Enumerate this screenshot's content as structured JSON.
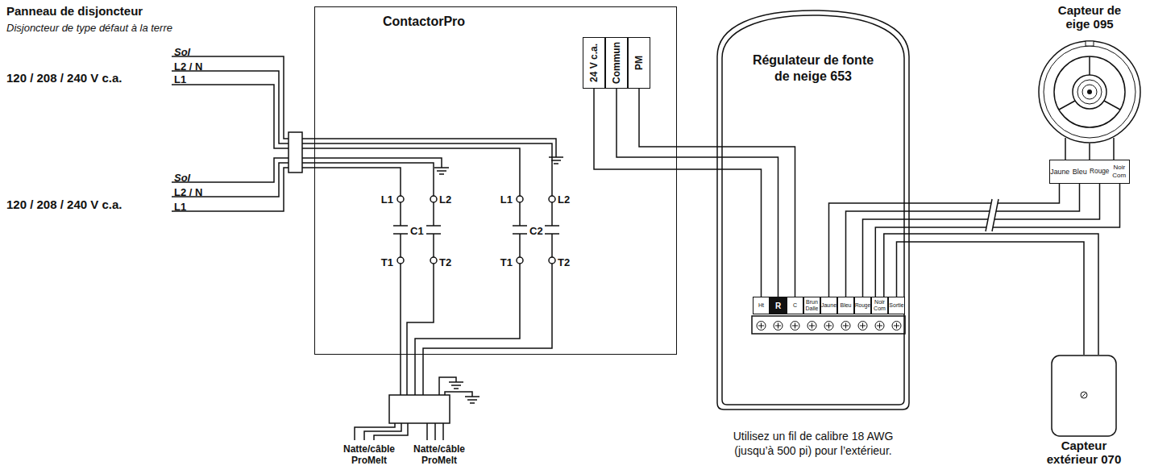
{
  "diagram": {
    "nodes": [
      {
        "text": [
          "ContactorPro"
        ]
      },
      {
        "text": [
          "24 V c.a."
        ],
        "in": 0
      },
      {
        "text": [
          "Commun"
        ],
        "in": 0
      },
      {
        "text": [
          "PM"
        ],
        "in": 0
      },
      {
        "text": [
          "Régulateur de fonte de neige 653"
        ]
      },
      {
        "text": [
          "Ht"
        ],
        "in": 4
      },
      {
        "text": [
          "R"
        ],
        "in": 4
      },
      {
        "text": [
          "C"
        ],
        "in": 4
      },
      {
        "text": [
          "Brun Dalle"
        ],
        "in": 4
      },
      {
        "text": [
          "Jaune"
        ],
        "in": 4
      },
      {
        "text": [
          "Bleu"
        ],
        "in": 4
      },
      {
        "text": [
          "Rouge"
        ],
        "in": 4
      },
      {
        "text": [
          "Noir Com"
        ],
        "in": 4
      },
      {
        "text": [
          "Sortie"
        ],
        "in": 4
      },
      {
        "text": [
          "Capteur de eige 095"
        ]
      },
      {
        "text": [
          "Jaune",
          "Bleu",
          "Rouge",
          "Noir Com"
        ]
      },
      {
        "text": [
          "Capteur extérieur 070"
        ]
      }
    ],
    "edges": [
      {
        "from": 14,
        "to": 15,
        "arrow": "none"
      },
      {
        "from": 1,
        "to": 5,
        "arrow": "none"
      },
      {
        "from": 2,
        "to": 6,
        "arrow": "none"
      },
      {
        "from": 3,
        "to": 7,
        "arrow": "none"
      },
      {
        "from": 15,
        "to": 9,
        "arrow": "none"
      },
      {
        "from": 15,
        "to": 10,
        "arrow": "none"
      },
      {
        "from": 15,
        "to": 11,
        "arrow": "none"
      },
      {
        "from": 15,
        "to": 12,
        "arrow": "none"
      },
      {
        "from": 12,
        "to": 16,
        "arrow": "none"
      },
      {
        "from": 13,
        "to": 16,
        "arrow": "none"
      }
    ],
    "labels": [
      "Panneau de disjoncteur",
      "Disjoncteur de type défaut à la terre",
      "Sol",
      "L2 / N",
      "120 / 208 / 240 V c.a.",
      "L1",
      "Sol",
      "L2 / N",
      "120 / 208 / 240 V c.a.",
      "L1",
      "L1",
      "L2",
      "C1",
      "T1",
      "T2",
      "L1",
      "L2",
      "C2",
      "T1",
      "T2",
      "Natte/câble ProMelt",
      "Natte/câble ProMelt",
      "Utilisez un fil de calibre 18 AWG (jusqu’à 500 pi) pour l’extérieur."
    ]
  }
}
